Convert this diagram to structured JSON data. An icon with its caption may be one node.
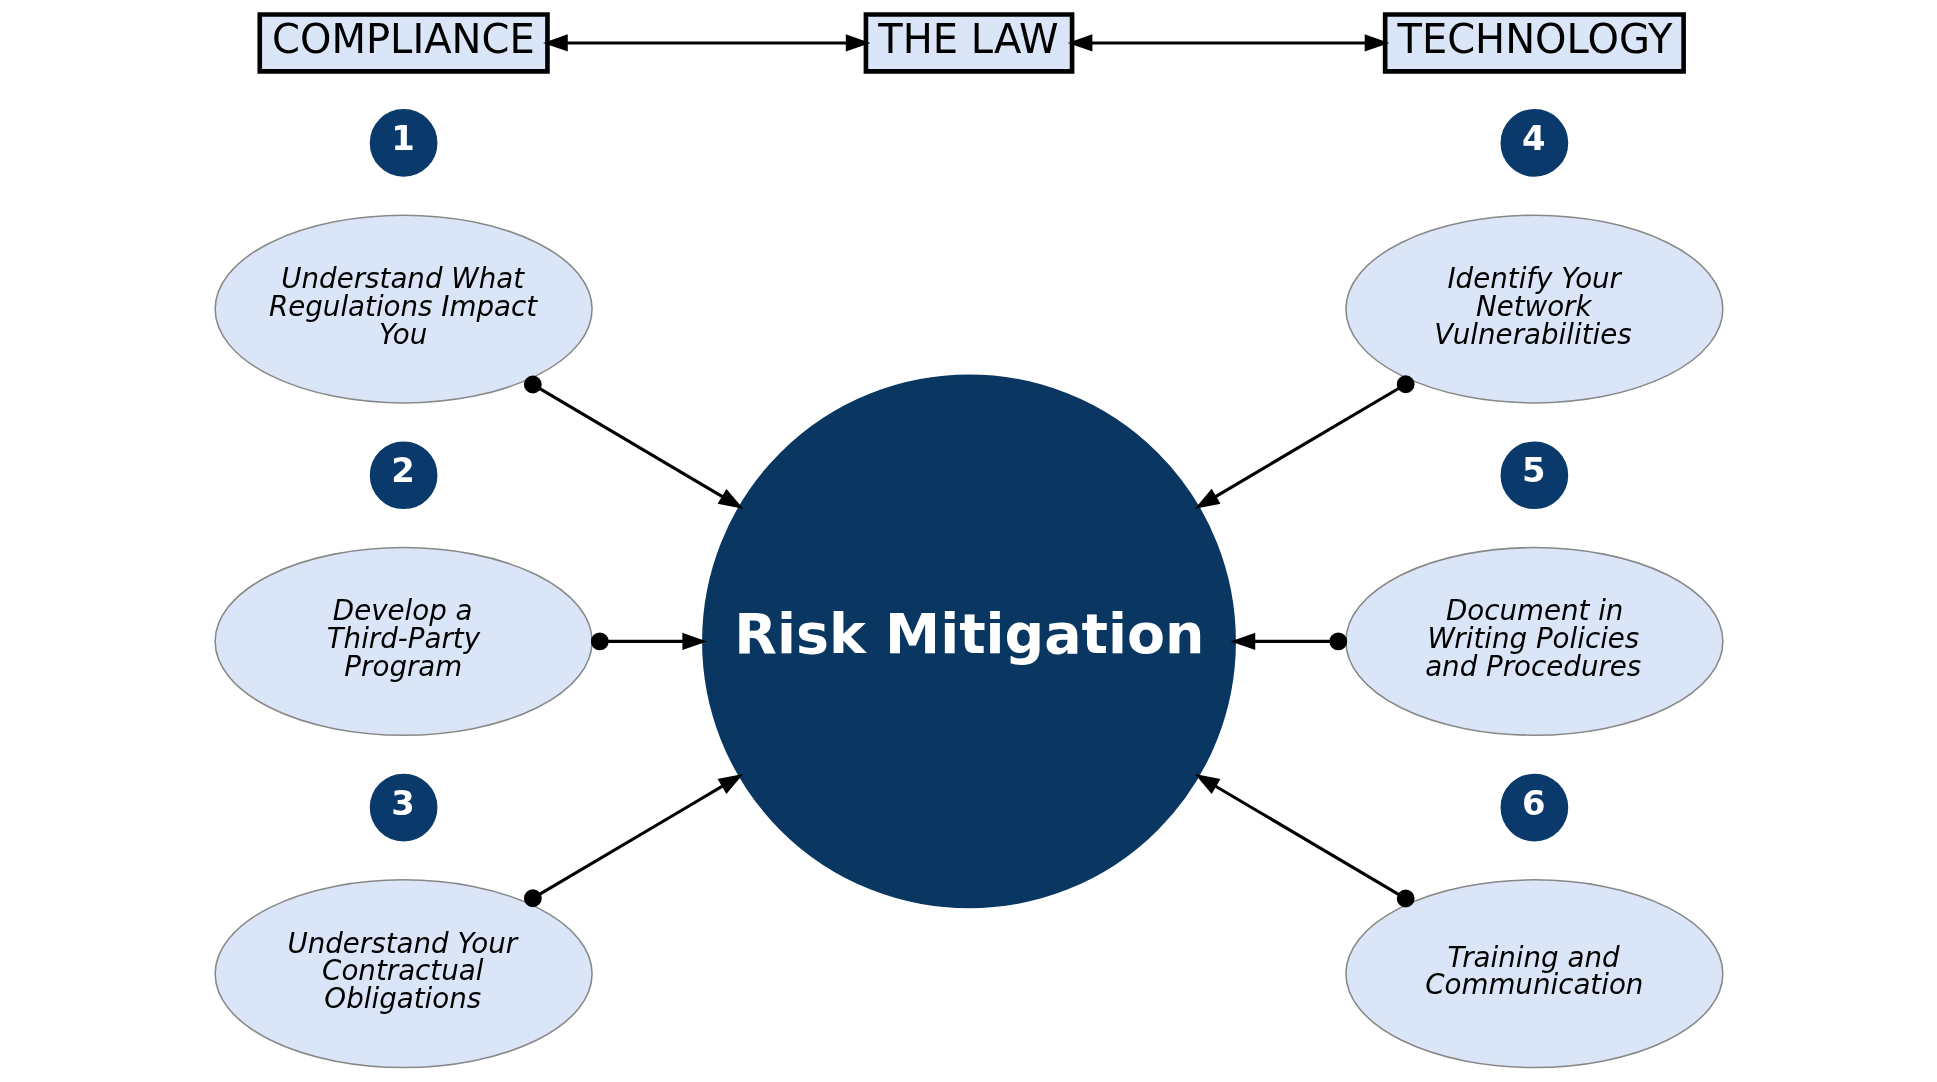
{
  "diagram": {
    "nodes": [
      {
        "text": [
          "COMPLIANCE"
        ]
      },
      {
        "text": [
          "THE LAW"
        ]
      },
      {
        "text": [
          "TECHNOLOGY"
        ]
      },
      {
        "text": [
          "1"
        ]
      },
      {
        "text": [
          "Understand What Regulations Impact You"
        ]
      },
      {
        "text": [
          "4"
        ]
      },
      {
        "text": [
          "Identify Your Network Vulnerabilities"
        ]
      },
      {
        "text": [
          "Risk Mitigation"
        ]
      },
      {
        "text": [
          "2"
        ]
      },
      {
        "text": [
          "Develop a Third-Party Program"
        ]
      },
      {
        "text": [
          "5"
        ]
      },
      {
        "text": [
          "Document in Writing Policies and Procedures"
        ]
      },
      {
        "text": [
          "3"
        ]
      },
      {
        "text": [
          "Understand Your Contractual Obligations"
        ]
      },
      {
        "text": [
          "6"
        ]
      },
      {
        "text": [
          "Training and Communication"
        ]
      }
    ],
    "edges": [
      {
        "from": 0,
        "to": 1,
        "arrow": "both"
      },
      {
        "from": 1,
        "to": 2,
        "arrow": "both"
      },
      {
        "from": 4,
        "to": 7,
        "arrow": "to"
      },
      {
        "from": 9,
        "to": 7,
        "arrow": "to"
      },
      {
        "from": 13,
        "to": 7,
        "arrow": "to"
      },
      {
        "from": 6,
        "to": 7,
        "arrow": "to"
      },
      {
        "from": 11,
        "to": 7,
        "arrow": "to"
      },
      {
        "from": 15,
        "to": 7,
        "arrow": "to"
      }
    ]
  }
}
